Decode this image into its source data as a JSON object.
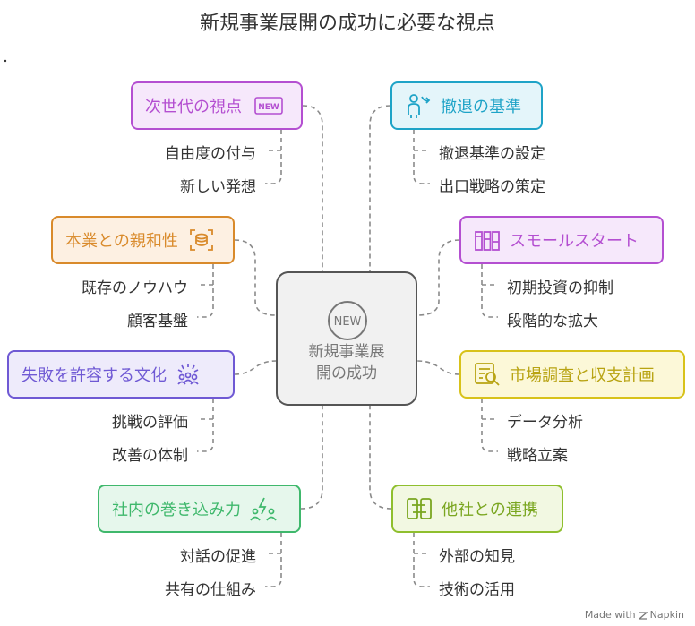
{
  "title": "新規事業展開の成功に必要な視点",
  "center": {
    "badge": "NEW",
    "line1": "新規事業展",
    "line2": "開の成功"
  },
  "branches": [
    {
      "label": "次世代の視点",
      "badge": "NEW",
      "icon": "new-badge-icon",
      "color": "#b44fd1",
      "fill": "#f6e8fb",
      "subs": [
        "自由度の付与",
        "新しい発想"
      ]
    },
    {
      "label": "本業との親和性",
      "icon": "focus-target-icon",
      "color": "#d98a2b",
      "fill": "#fdf0e2",
      "subs": [
        "既存のノウハウ",
        "顧客基盤"
      ]
    },
    {
      "label": "失敗を許容する文化",
      "icon": "team-celebrate-icon",
      "color": "#6f59d4",
      "fill": "#eeebfb",
      "subs": [
        "挑戦の評価",
        "改善の体制"
      ]
    },
    {
      "label": "社内の巻き込み力",
      "icon": "energy-people-icon",
      "color": "#3fb86c",
      "fill": "#e6f7ec",
      "subs": [
        "対話の促進",
        "共有の仕組み"
      ]
    },
    {
      "label": "撤退の基準",
      "icon": "exit-person-icon",
      "color": "#1ea3c7",
      "fill": "#e4f5fa",
      "subs": [
        "撤退基準の設定",
        "出口戦略の策定"
      ]
    },
    {
      "label": "スモールスタート",
      "icon": "bars-icon",
      "color": "#b44fd1",
      "fill": "#f6e8fb",
      "subs": [
        "初期投資の抑制",
        "段階的な拡大"
      ]
    },
    {
      "label": "市場調査と収支計画",
      "icon": "report-search-icon",
      "color": "#d8c21a",
      "fill": "#fcf8d8",
      "subs": [
        "データ分析",
        "戦略立案"
      ]
    },
    {
      "label": "他社との連携",
      "icon": "link-blocks-icon",
      "color": "#8fbf2e",
      "fill": "#f2f8e2",
      "subs": [
        "外部の知見",
        "技術の活用"
      ]
    }
  ],
  "footer": {
    "prefix": "Made with",
    "brand": "Napkin"
  }
}
